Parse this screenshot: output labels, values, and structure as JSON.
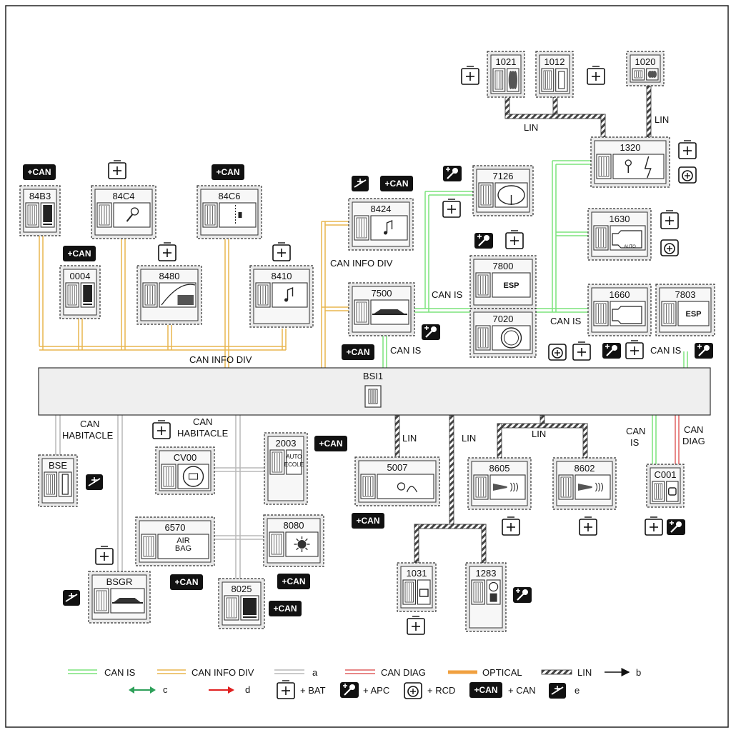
{
  "central_unit": {
    "code": "BSI1"
  },
  "modules": [
    {
      "id": "84B3",
      "code": "84B3",
      "icon": "display-icon"
    },
    {
      "id": "84C4",
      "code": "84C4",
      "icon": "microphone-icon"
    },
    {
      "id": "84C6",
      "code": "84C6",
      "icon": "connector-icon"
    },
    {
      "id": "0004",
      "code": "0004",
      "icon": "instrument-cluster-icon"
    },
    {
      "id": "8480",
      "code": "8480",
      "icon": "antenna-icon"
    },
    {
      "id": "8410",
      "code": "8410",
      "icon": "music-note-icon"
    },
    {
      "id": "8424",
      "code": "8424",
      "icon": "music-note-icon"
    },
    {
      "id": "7126",
      "code": "7126",
      "icon": "steering-icon"
    },
    {
      "id": "7800",
      "code": "7800",
      "icon": "esp-icon",
      "icon_text": "ESP"
    },
    {
      "id": "7020",
      "code": "7020",
      "icon": "abs-icon"
    },
    {
      "id": "7500",
      "code": "7500",
      "icon": "car-icon"
    },
    {
      "id": "1021",
      "code": "1021",
      "icon": "coil-icon"
    },
    {
      "id": "1012",
      "code": "1012",
      "icon": "chip-icon"
    },
    {
      "id": "1020",
      "code": "1020",
      "icon": "coil-icon"
    },
    {
      "id": "1320",
      "code": "1320",
      "icon": "engine-ecu-icon"
    },
    {
      "id": "1630",
      "code": "1630",
      "icon": "gearbox-icon",
      "icon_text": "AUTO"
    },
    {
      "id": "1660",
      "code": "1660",
      "icon": "gearbox-icon"
    },
    {
      "id": "7803",
      "code": "7803",
      "icon": "esp-icon",
      "icon_text": "ESP"
    },
    {
      "id": "BSE",
      "code": "BSE",
      "icon": "fuse-icon"
    },
    {
      "id": "CV00",
      "code": "CV00",
      "icon": "steering-wheel-icon"
    },
    {
      "id": "2003",
      "code": "2003",
      "icon": "driving-school-icon",
      "icon_text": "AUTO\nECOLE"
    },
    {
      "id": "5007",
      "code": "5007",
      "icon": "rain-light-sensor-icon"
    },
    {
      "id": "8605",
      "code": "8605",
      "icon": "horn-icon"
    },
    {
      "id": "8602",
      "code": "8602",
      "icon": "siren-icon"
    },
    {
      "id": "C001",
      "code": "C001",
      "icon": "diagnostic-socket-icon"
    },
    {
      "id": "6570",
      "code": "6570",
      "icon": "airbag-icon",
      "icon_text": "AIR\nBAG"
    },
    {
      "id": "8080",
      "code": "8080",
      "icon": "climate-icon"
    },
    {
      "id": "BSGR",
      "code": "BSGR",
      "icon": "car-icon"
    },
    {
      "id": "8025",
      "code": "8025",
      "icon": "display-icon"
    },
    {
      "id": "1031",
      "code": "1031",
      "icon": "pump-icon"
    },
    {
      "id": "1283",
      "code": "1283",
      "icon": "fuel-pump-icon"
    }
  ],
  "bus_labels": {
    "can_info_div": "CAN INFO DIV",
    "can_is": "CAN IS",
    "can": "CAN",
    "habitacle": "HABITACLE",
    "is": "IS",
    "diag": "DIAG",
    "lin": "LIN"
  },
  "badges": {
    "plus_can": "+CAN",
    "plus": "+"
  },
  "legend": {
    "can_is": "CAN IS",
    "can_info_div": "CAN INFO DIV",
    "a": "a",
    "can_diag": "CAN DIAG",
    "optical": "OPTICAL",
    "lin": "LIN",
    "b": "b",
    "c": "c",
    "d": "d",
    "bat": "+ BAT",
    "apc": "+ APC",
    "rcd": "+ RCD",
    "can": "+ CAN",
    "e": "e"
  },
  "colors": {
    "can_is": "#7be37b",
    "can_info_div": "#e8b54e",
    "habitacle": "#b8b8b8",
    "can_diag": "#e06060",
    "optical": "#f0a040",
    "arrow_c": "#2ea05a",
    "arrow_d": "#e02020",
    "module_fill": "#e9e9e9",
    "bsi_fill": "#efefef"
  }
}
